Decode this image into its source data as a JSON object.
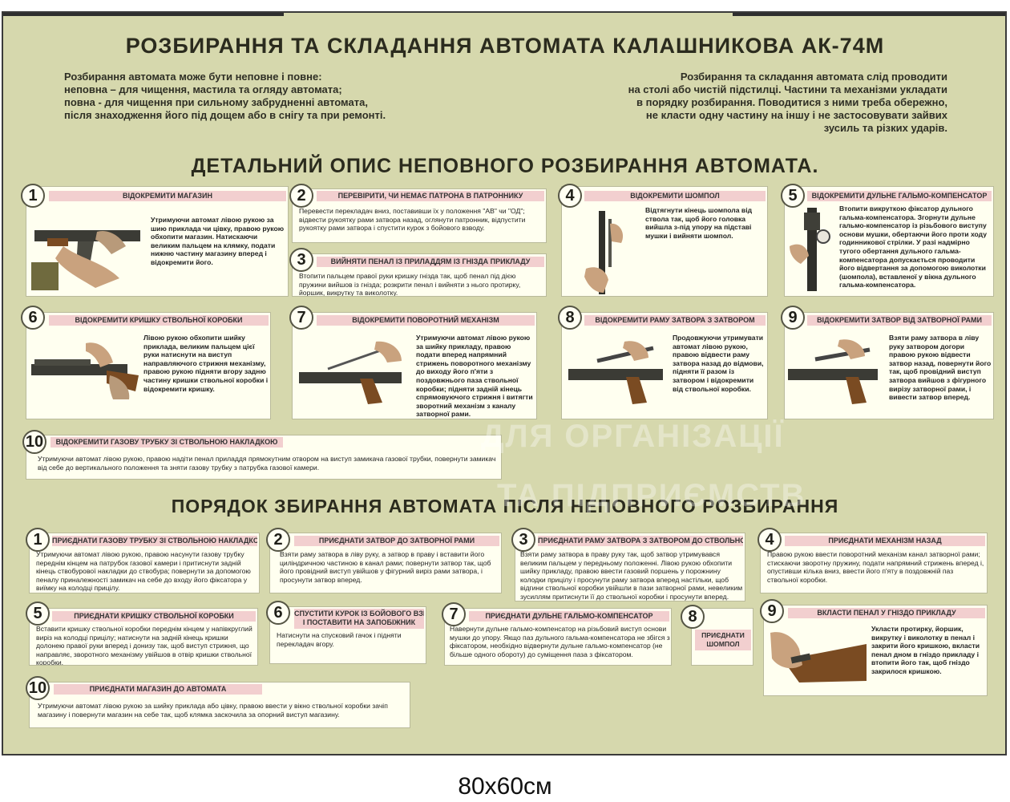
{
  "title": "РОЗБИРАННЯ ТА СКЛАДАННЯ АВТОМАТА КАЛАШНИКОВА АК-74М",
  "intro_left": [
    "Розбирання автомата може бути неповне і повне:",
    "неповна – для чищення, мастила та огляду автомата;",
    "повна - для чищення при сильному забрудненні автомата,",
    "після знаходження його під дощем або в снігу та при ремонті."
  ],
  "intro_right": [
    "Розбирання та складання автомата слід проводити",
    "на столі або чистій підстилці. Частини та механізми укладати",
    "в порядку розбирання. Поводитися з ними треба обережно,",
    "не класти одну частину на іншу і не застосовувати зайвих",
    "зусиль та різких ударів."
  ],
  "section1_title": "ДЕТАЛЬНИЙ ОПИС НЕПОВНОГО РОЗБИРАННЯ АВТОМАТА.",
  "section2_title": "ПОРЯДОК ЗБИРАННЯ АВТОМАТА ПІСЛЯ НЕПОВНОГО РОЗБИРАННЯ",
  "disassembly": [
    {
      "n": "1",
      "h": "ВІДОКРЕМИТИ МАГАЗИН",
      "t": "Утримуючи автомат лівою рукою за шию приклада чи цівку, правою рукою обхопити магазин. Натискаючи великим пальцем на клямку, подати нижню частину магазину вперед і відокремити його."
    },
    {
      "n": "2",
      "h": "ПЕРЕВІРИТИ, ЧИ НЕМАЄ ПАТРОНА В ПАТРОННИКУ",
      "t": "Перевести перекладач вниз, поставивши їх у положення \"АВ\" чи \"ОД\"; відвести рукоятку рами затвора назад, оглянути патронник, відпустити рукоятку рами затвора і спустити курок з бойового взводу."
    },
    {
      "n": "3",
      "h": "ВИЙНЯТИ ПЕНАЛ ІЗ ПРИЛАДДЯМ ІЗ ГНІЗДА ПРИКЛАДУ",
      "t": "Втопити пальцем правої руки кришку гнізда так, щоб пенал під дією пружини вийшов із гнізда; розкрити пенал і вийняти з нього протирку, йоршик, викрутку та виколотку."
    },
    {
      "n": "4",
      "h": "ВІДОКРЕМИТИ ШОМПОЛ",
      "t": "Відтягнути кінець шомпола від ствола так, щоб його головка вийшла з-під упору на підставі мушки і вийняти шомпол."
    },
    {
      "n": "5",
      "h": "ВІДОКРЕМИТИ ДУЛЬНЕ ГАЛЬМО-КОМПЕНСАТОР",
      "t": "Втопити викруткою фіксатор дульного гальма-компенсатора. Згорнути дульне гальмо-компенсатор із різьбового виступу основи мушки, обертаючи його проти ходу годинникової стрілки. У разі надмірно тугого обертання дульного гальма-компенсатора допускається проводити його відвертання за допомогою виколотки (шомпола), вставленої у вікна дульного гальма-компенсатора."
    },
    {
      "n": "6",
      "h": "ВІДОКРЕМИТИ КРИШКУ СТВОЛЬНОЇ КОРОБКИ",
      "t": "Лівою рукою обхопити шийку приклада, великим пальцем цієї руки натиснути на виступ направляючого стрижня механізму, правою рукою підняти вгору задню частину кришки ствольної коробки і відокремити кришку."
    },
    {
      "n": "7",
      "h": "ВІДОКРЕМИТИ ПОВОРОТНИЙ МЕХАНІЗМ",
      "t": "Утримуючи автомат лівою рукою за шийку прикладу, правою подати вперед напрямний стрижень поворотного механізму до виходу його п'яти з поздовжнього паза ствольної коробки; підняти задній кінець спрямовуючого стрижня і витягти зворотний механізм з каналу затворної рами."
    },
    {
      "n": "8",
      "h": "ВІДОКРЕМИТИ РАМУ ЗАТВОРА З ЗАТВОРОМ",
      "t": "Продовжуючи утримувати автомат лівою рукою, правою відвести раму затвора назад до відмови, підняти її разом із затвором і відокремити від ствольної коробки."
    },
    {
      "n": "9",
      "h": "ВІДОКРЕМИТИ ЗАТВОР ВІД ЗАТВОРНОЇ РАМИ",
      "t": "Взяти раму затвора в ліву руку затвором догори правою рукою відвести затвор назад, повернути його так, щоб провідний виступ затвора вийшов з фігурного вирізу затворної рами, і вивести затвор вперед."
    },
    {
      "n": "10",
      "h": "ВІДОКРЕМИТИ ГАЗОВУ ТРУБКУ ЗІ СТВОЛЬНОЮ НАКЛАДКОЮ",
      "t": "Утримуючи автомат лівою рукою, правою надіти пенал приладдя прямокутним отвором на виступ замикача газової трубки, повернути замикач від себе до вертикального положення та зняти газову трубку з патрубка газової камери."
    }
  ],
  "assembly": [
    {
      "n": "1",
      "h": "ПРИЄДНАТИ ГАЗОВУ ТРУБКУ ЗІ СТВОЛЬНОЮ НАКЛАДКОЮ",
      "t": "Утримуючи автомат лівою рукою, правою насунути газову трубку переднім кінцем на патрубок газової камери і притиснути задній кінець ствобурової накладки до ствобура; повернути за допомогою пеналу приналежності замикач на себе до входу його фіксатора у виїмку на колодці прицілу."
    },
    {
      "n": "2",
      "h": "ПРИЄДНАТИ ЗАТВОР ДО ЗАТВОРНОЇ РАМИ",
      "t": "Взяти раму затвора в ліву руку, а затвор в праву і вставити його циліндричною частиною в канал рами; повернути затвор так, щоб його провідний виступ увійшов у фігурний виріз рами затвора, і просунути затвор вперед."
    },
    {
      "n": "3",
      "h": "ПРИЄДНАТИ РАМУ ЗАТВОРА З ЗАТВОРОМ ДО СТВОЛЬНОЇ КОРОБКИ",
      "t": "Взяти раму затвора в праву руку так, щоб затвор утримувався великим пальцем у передньому положенні. Лівою рукою обхопити шийку прикладу, правою ввести газовий поршень у порожнину колодки прицілу і просунути раму затвора вперед настільки, щоб відгини ствольної коробки увійшли в пази затворної рами, невеликим зусиллям притиснути її до ствольної коробки і просунути вперед."
    },
    {
      "n": "4",
      "h": "ПРИЄДНАТИ МЕХАНІЗМ НАЗАД",
      "t": "Правою рукою ввести поворотний механізм канал затворної рами; стискаючи зворотну пружину, подати напрямний стрижень вперед і, опустивши кілька вниз, ввести його п'яту в поздовжній паз ствольної коробки."
    },
    {
      "n": "5",
      "h": "ПРИЄДНАТИ КРИШКУ СТВОЛЬНОЇ КОРОБКИ",
      "t": "Вставити кришку ствольної коробки переднім кінцем у напівкруглий виріз на колодці прицілу; натиснути на задній кінець кришки долонею правої руки вперед і донизу так, щоб виступ стрижня, що направляє, зворотного механізму увійшов в отвір кришки ствольної коробки."
    },
    {
      "n": "6",
      "h": "СПУСТИТИ КУРОК ІЗ БОЙОВОГО ВЗВОДУ І ПОСТАВИТИ НА ЗАПОБІЖНИК",
      "h1": "СПУСТИТИ КУРОК ІЗ БОЙОВОГО ВЗВОДУ",
      "h2": "І ПОСТАВИТИ НА ЗАПОБІЖНИК",
      "t": "Натиснути на спусковий гачок і підняти перекладач вгору."
    },
    {
      "n": "7",
      "h": "ПРИЄДНАТИ ДУЛЬНЕ ГАЛЬМО-КОМПЕНСАТОР",
      "t": "Навернути дульне гальмо-компенсатор на різьбовий виступ основи мушки до упору. Якщо паз дульного гальма-компенсатора не збігся з фіксатором, необхідно відвернути дульне гальмо-компенсатор (не більше одного обороту) до суміщення паза з фіксатором."
    },
    {
      "n": "8",
      "h": "ПРИЄДНАТИ ШОМПОЛ",
      "h1": "ПРИЄДНАТИ",
      "h2": "ШОМПОЛ"
    },
    {
      "n": "9",
      "h": "ВКЛАСТИ ПЕНАЛ У ГНІЗДО ПРИКЛАДУ",
      "t": "Укласти протирку, йоршик, викрутку і виколотку в пенал і закрити його кришкою, вкласти пенал дном в гніздо прикладу і втопити його так, щоб гніздо закрилося кришкою."
    },
    {
      "n": "10",
      "h": "ПРИЄДНАТИ МАГАЗИН ДО АВТОМАТА",
      "t": "Утримуючи автомат лівою рукою за шийку приклада або цівку, правою ввести у вікно ствольної коробки зачіп магазину і повернути магазин на себе так, щоб клямка заскочила за опорний виступ магазину."
    }
  ],
  "watermark": [
    "ДЛЯ ОРГАНІЗАЦІЇ",
    "ТА ПІДПРИЄМСТВ"
  ],
  "footer": "80х60см",
  "colors": {
    "board": "#d6d8ad",
    "card": "#fffff0",
    "header": "#f2cfcf",
    "border": "#3a3a3a"
  }
}
